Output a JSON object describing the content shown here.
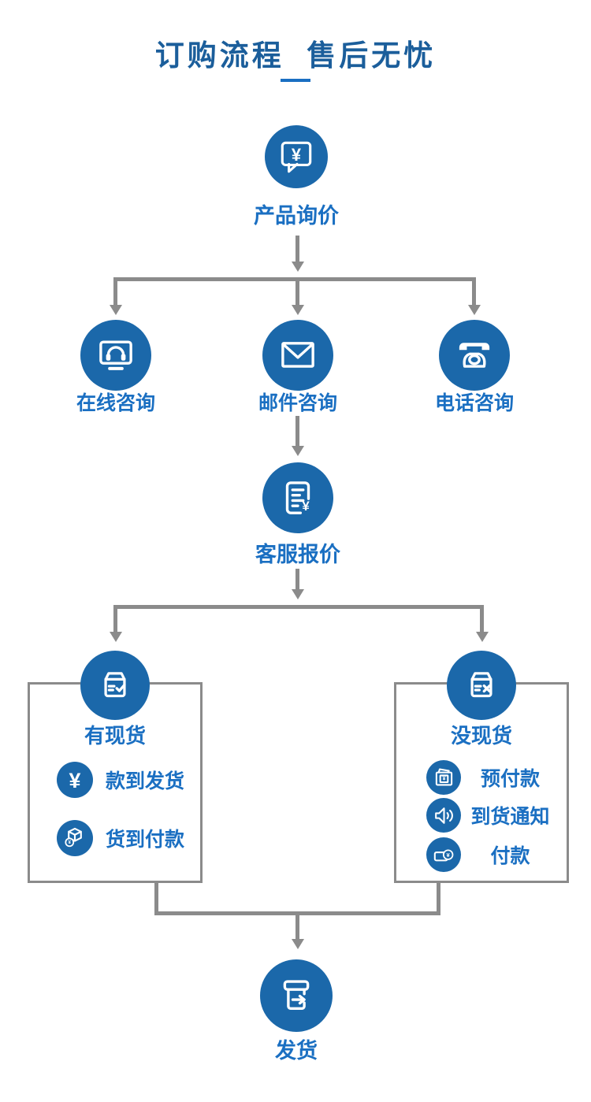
{
  "page": {
    "title": "订购流程  售后无忧"
  },
  "glyphs": {
    "yuan": "¥"
  },
  "colors": {
    "node_blue": "#1b68aa",
    "label_blue": "#1a6fc2",
    "title_blue": "#1b5e9b",
    "connector_gray": "#8b8b8b"
  },
  "flow": {
    "start": {
      "label": "产品询价",
      "icon": "chat-yuan-icon"
    },
    "consult": [
      {
        "label": "在线咨询",
        "icon": "monitor-headset-icon"
      },
      {
        "label": "邮件咨询",
        "icon": "envelope-icon"
      },
      {
        "label": "电话咨询",
        "icon": "telephone-icon"
      }
    ],
    "quote": {
      "label": "客服报价",
      "icon": "invoice-yuan-icon"
    },
    "stock": {
      "label": "有现货",
      "icon": "box-check-icon",
      "items": [
        {
          "label": "款到发货",
          "icon": "yuan-icon"
        },
        {
          "label": "货到付款",
          "icon": "package-coin-icon"
        }
      ]
    },
    "nostock": {
      "label": "没现货",
      "icon": "box-x-icon",
      "items": [
        {
          "label": "预付款",
          "icon": "wallet-yuan-icon"
        },
        {
          "label": "到货通知",
          "icon": "speaker-icon"
        },
        {
          "label": "付款",
          "icon": "card-coin-icon"
        }
      ]
    },
    "end": {
      "label": "发货",
      "icon": "box-arrow-icon"
    }
  }
}
